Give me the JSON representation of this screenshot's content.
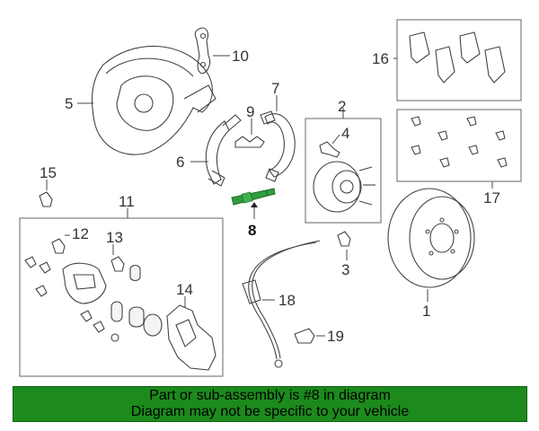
{
  "diagram": {
    "callouts": {
      "c1": "1",
      "c2": "2",
      "c3": "3",
      "c4": "4",
      "c5": "5",
      "c6": "6",
      "c7": "7",
      "c8": "8",
      "c9": "9",
      "c10": "10",
      "c11": "11",
      "c12": "12",
      "c13": "13",
      "c14": "14",
      "c15": "15",
      "c16": "16",
      "c17": "17",
      "c18": "18",
      "c19": "19"
    },
    "highlighted_part": "8",
    "highlight_color": "#2e9e3e"
  },
  "banner": {
    "line1": "Part or sub-assembly is #8 in diagram",
    "line2": "Diagram may not be specific to your vehicle",
    "background": "#1c8a1c"
  }
}
